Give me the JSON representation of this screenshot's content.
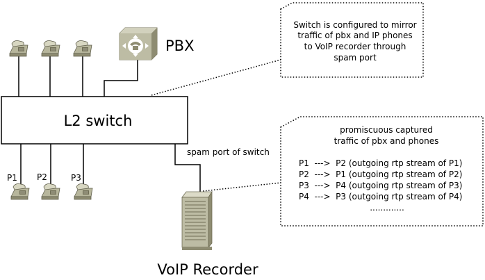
{
  "switch": {
    "label": "L2 switch"
  },
  "pbx": {
    "label": "PBX",
    "icon": "pbx-phone-icon"
  },
  "recorder": {
    "label": "VoIP Recorder",
    "icon": "server-tower-icon"
  },
  "spam_port": {
    "label": "spam port of switch"
  },
  "phones_top": [
    {
      "icon": "ip-phone-icon"
    },
    {
      "icon": "ip-phone-icon"
    },
    {
      "icon": "ip-phone-icon"
    }
  ],
  "phones_bottom": [
    {
      "label": "P1",
      "icon": "ip-phone-icon"
    },
    {
      "label": "P2",
      "icon": "ip-phone-icon"
    },
    {
      "label": "P3",
      "icon": "ip-phone-icon"
    }
  ],
  "note_top": {
    "lines": [
      "Switch is configured to mirror",
      "traffic of pbx and IP phones",
      "to VoIP recorder through",
      "spam port"
    ]
  },
  "note_bottom": {
    "heading": [
      "promiscuous captured",
      "traffic of pbx and phones"
    ],
    "rows": [
      "P1  --->  P2 (outgoing rtp stream of P1)",
      "P2  --->  P1 (outgoing rtp stream of P2)",
      "P3  --->  P4 (outgoing rtp stream of P3)",
      "P4  --->  P3 (outgoing rtp stream of P4)"
    ],
    "ellipsis": "............."
  },
  "colors": {
    "device_fill": "#c9c8b1",
    "device_dark": "#8e8c72",
    "line": "#000000"
  }
}
